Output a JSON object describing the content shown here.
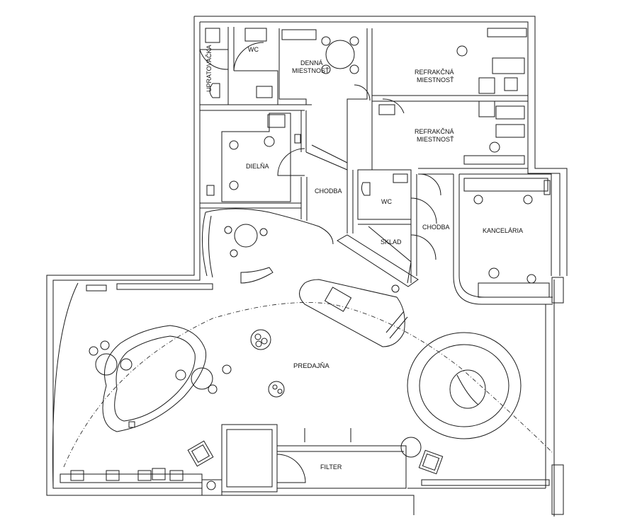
{
  "plan": {
    "rooms": [
      {
        "id": "upratovacka",
        "label": "UPRATOVAČKA"
      },
      {
        "id": "wc-top",
        "label": "WC"
      },
      {
        "id": "denna-line1",
        "label": "DENNÁ"
      },
      {
        "id": "denna-line2",
        "label": "MIESTNOSŤ"
      },
      {
        "id": "refr1-line1",
        "label": "REFRAKČNÁ"
      },
      {
        "id": "refr1-line2",
        "label": "MIESTNOSŤ"
      },
      {
        "id": "refr2-line1",
        "label": "REFRAKČNÁ"
      },
      {
        "id": "refr2-line2",
        "label": "MIESTNOSŤ"
      },
      {
        "id": "dielna",
        "label": "DIELŇA"
      },
      {
        "id": "chodba-left",
        "label": "CHODBA"
      },
      {
        "id": "wc-mid",
        "label": "WC"
      },
      {
        "id": "chodba-right",
        "label": "CHODBA"
      },
      {
        "id": "kancelaria",
        "label": "KANCELÁRIA"
      },
      {
        "id": "sklad",
        "label": "SKLAD"
      },
      {
        "id": "predajna",
        "label": "PREDAJŇA"
      },
      {
        "id": "filter",
        "label": "FILTER"
      }
    ],
    "colors": {
      "line": "#1a1a1a",
      "wall_fill": "#ffffff",
      "background": "#ffffff"
    }
  }
}
